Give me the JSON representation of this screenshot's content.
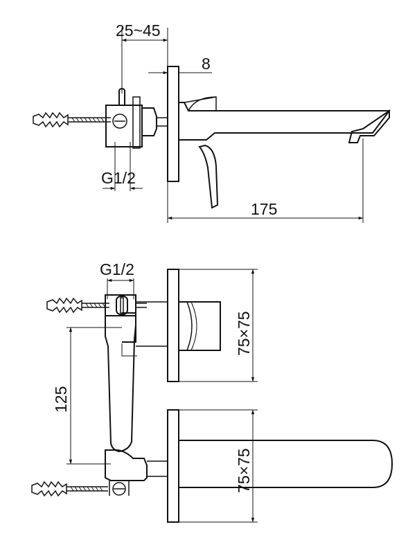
{
  "dimensions": {
    "depth_range": "25~45",
    "plate_thickness": "8",
    "spout_projection": "175",
    "thread_side": "G1/2",
    "thread_front": "G1/2",
    "centre_distance": "125",
    "plate_top": "75×75",
    "plate_bottom": "75×75"
  },
  "colors": {
    "line": "#111111",
    "background": "#ffffff"
  }
}
